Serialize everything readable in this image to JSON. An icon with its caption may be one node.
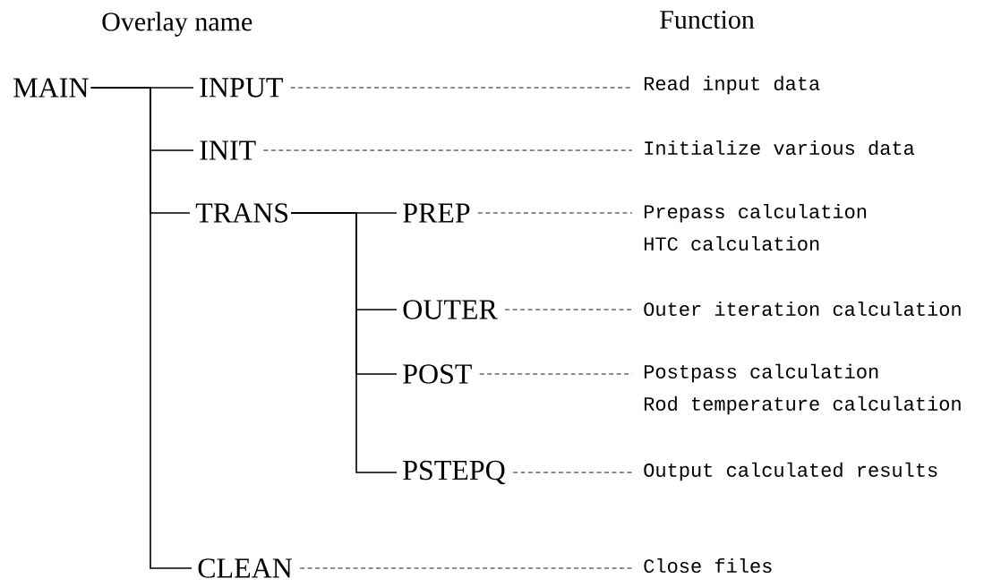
{
  "diagram": {
    "nodes": [
      {
        "text": [
          "MAIN"
        ]
      },
      {
        "text": [
          "INPUT"
        ]
      },
      {
        "text": [
          "INIT"
        ]
      },
      {
        "text": [
          "TRANS"
        ]
      },
      {
        "text": [
          "PREP"
        ]
      },
      {
        "text": [
          "OUTER"
        ]
      },
      {
        "text": [
          "POST"
        ]
      },
      {
        "text": [
          "PSTEPQ"
        ]
      },
      {
        "text": [
          "CLEAN"
        ]
      },
      {
        "text": [
          "Read input data"
        ]
      },
      {
        "text": [
          "Initialize various data"
        ]
      },
      {
        "text": [
          "Prepass calculation",
          "HTC calculation"
        ]
      },
      {
        "text": [
          "Outer iteration calculation"
        ]
      },
      {
        "text": [
          "Postpass calculation",
          "Rod temperature calculation"
        ]
      },
      {
        "text": [
          "Output calculated results"
        ]
      },
      {
        "text": [
          "Close files"
        ]
      }
    ],
    "edges": [
      {
        "from": 0,
        "to": 1,
        "arrow": "none"
      },
      {
        "from": 0,
        "to": 2,
        "arrow": "none"
      },
      {
        "from": 0,
        "to": 3,
        "arrow": "none"
      },
      {
        "from": 0,
        "to": 8,
        "arrow": "none"
      },
      {
        "from": 3,
        "to": 4,
        "arrow": "none"
      },
      {
        "from": 3,
        "to": 5,
        "arrow": "none"
      },
      {
        "from": 3,
        "to": 6,
        "arrow": "none"
      },
      {
        "from": 3,
        "to": 7,
        "arrow": "none"
      },
      {
        "from": 1,
        "to": 9,
        "arrow": "none",
        "style": "dashed"
      },
      {
        "from": 2,
        "to": 10,
        "arrow": "none",
        "style": "dashed"
      },
      {
        "from": 4,
        "to": 11,
        "arrow": "none",
        "style": "dashed"
      },
      {
        "from": 5,
        "to": 12,
        "arrow": "none",
        "style": "dashed"
      },
      {
        "from": 6,
        "to": 13,
        "arrow": "none",
        "style": "dashed"
      },
      {
        "from": 7,
        "to": 14,
        "arrow": "none",
        "style": "dashed"
      },
      {
        "from": 8,
        "to": 15,
        "arrow": "none",
        "style": "dashed"
      }
    ],
    "labels": [
      "Overlay name",
      "Function"
    ]
  }
}
